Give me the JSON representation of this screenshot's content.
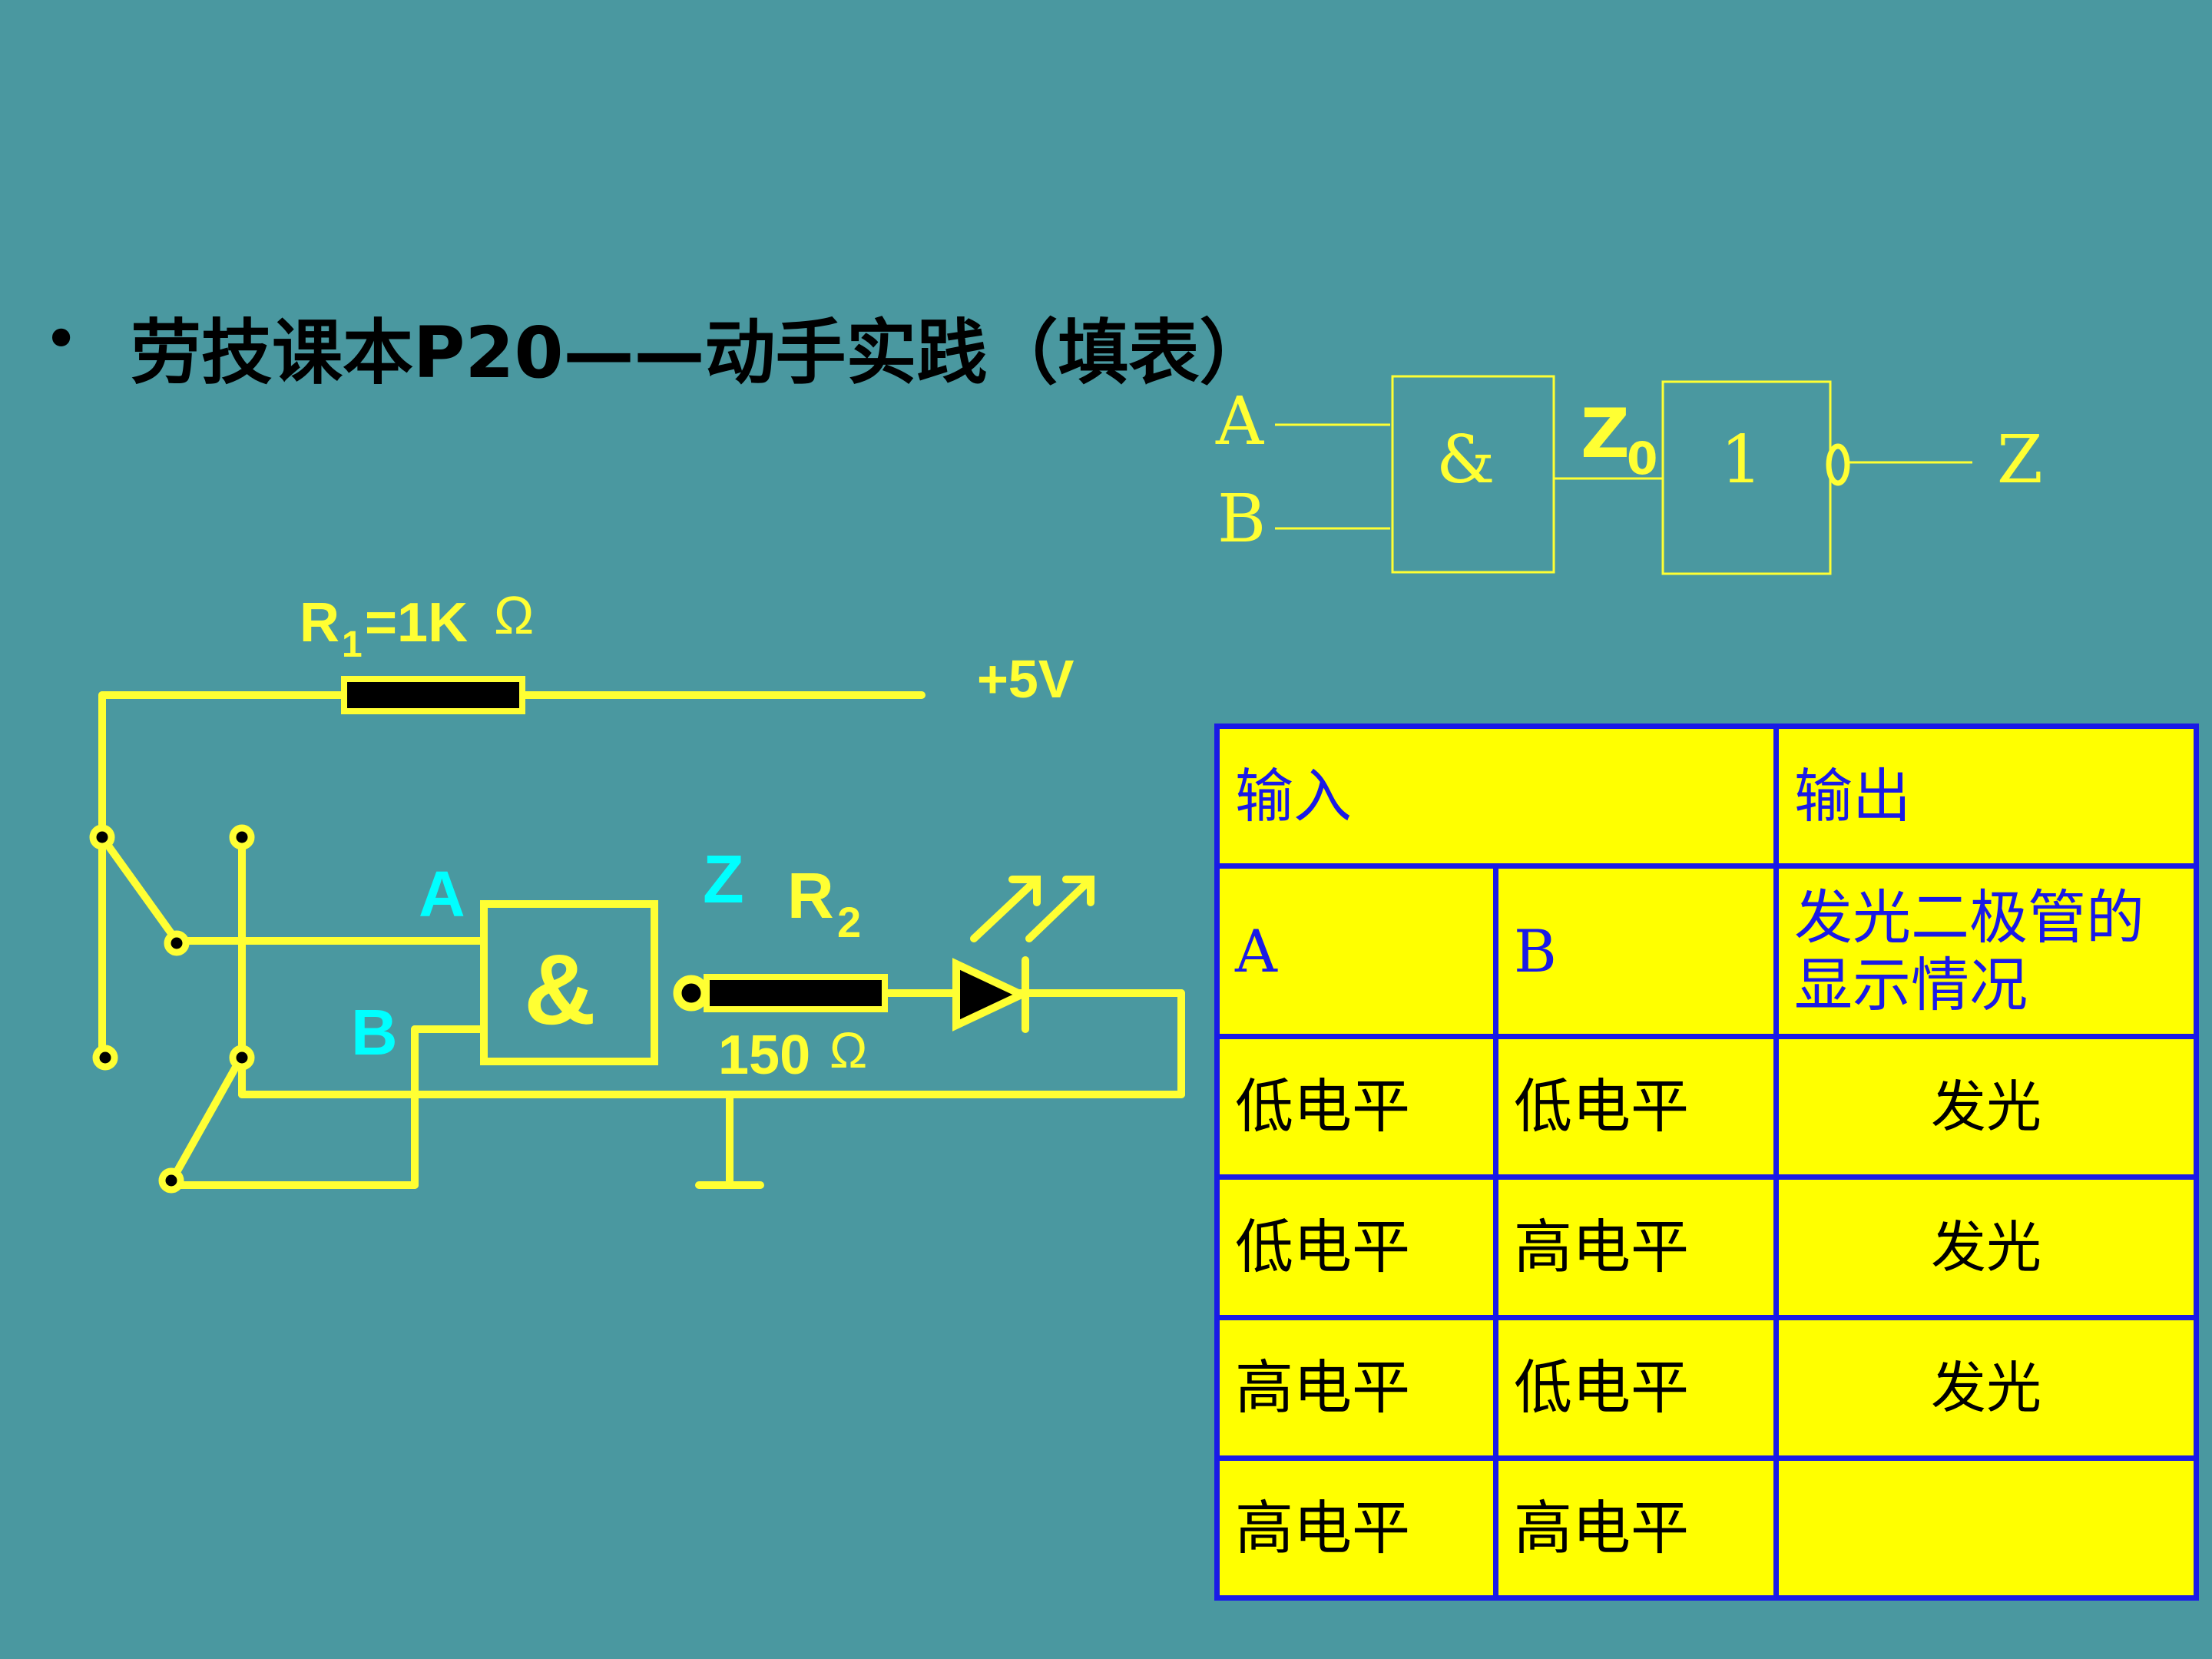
{
  "slide": {
    "bullet": "•",
    "heading": "劳技课本P20——动手实践（填表）"
  },
  "logic_diagram": {
    "input_a": "A",
    "input_b": "B",
    "and_gate": "&",
    "mid_label": "Z",
    "mid_label_sub": "0",
    "not_gate": "1",
    "output": "Z"
  },
  "circuit": {
    "r1_prefix": "R",
    "r1_sub": "1",
    "r1_suffix": "=1K",
    "r1_unit": "Ω",
    "supply": "+5V",
    "label_a": "A",
    "label_b": "B",
    "gate_symbol": "&",
    "label_z": "Z",
    "r2_prefix": "R",
    "r2_sub": "2",
    "r2_value": "150",
    "r2_unit": "Ω"
  },
  "table": {
    "header_input": "输入",
    "header_output": "输出",
    "sub_a": "A",
    "sub_b": "B",
    "sub_out": "发光二极管的显示情况",
    "rows": [
      {
        "a": "低电平",
        "b": "低电平",
        "out": "发光"
      },
      {
        "a": "低电平",
        "b": "高电平",
        "out": "发光"
      },
      {
        "a": "高电平",
        "b": "低电平",
        "out": "发光"
      },
      {
        "a": "高电平",
        "b": "高电平",
        "out": ""
      }
    ]
  },
  "colors": {
    "background": "#4a98a0",
    "wire": "#ffff33",
    "cyan_label": "#00ffff",
    "table_fill": "#ffff00",
    "table_border": "#1a1ae6"
  }
}
